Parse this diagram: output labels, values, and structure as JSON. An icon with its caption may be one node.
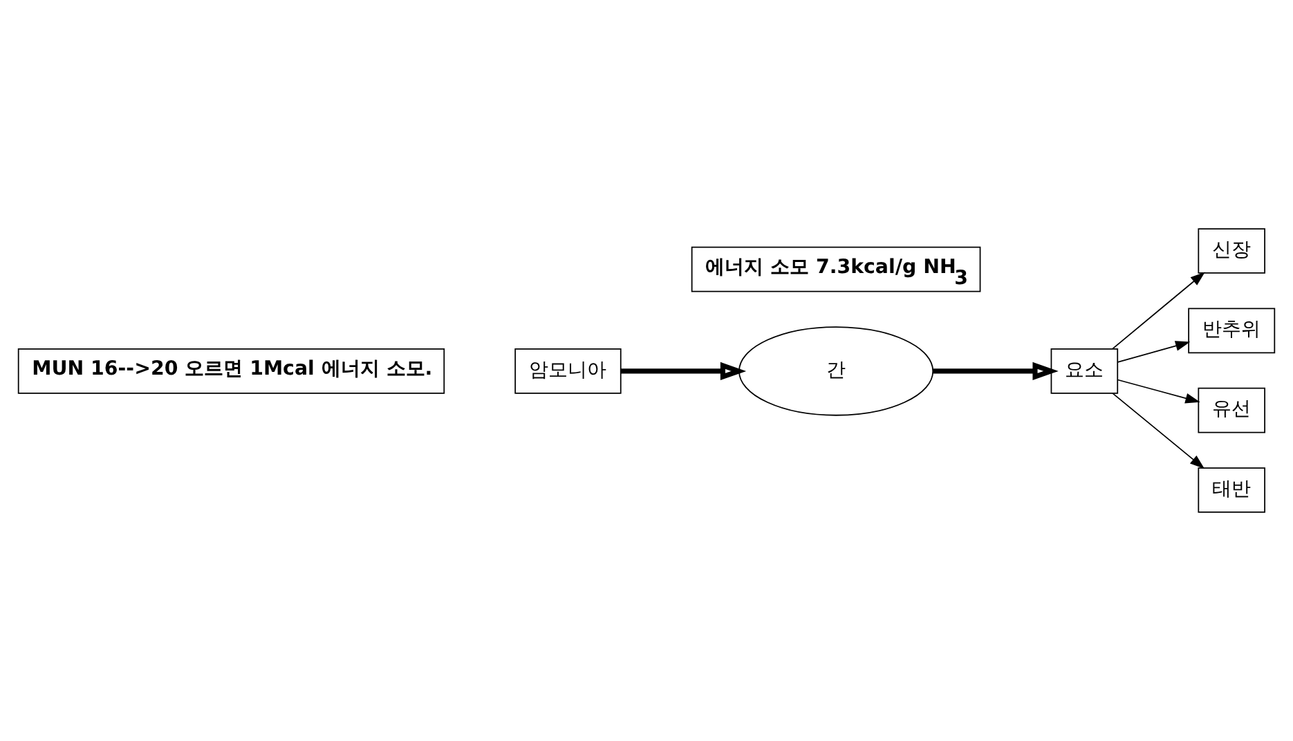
{
  "diagram": {
    "nodes": [
      {
        "text": [
          "암모니아"
        ]
      },
      {
        "text": [
          "간"
        ]
      },
      {
        "text": [
          "에너지 소모 7.3kcal/g NH$_{3}$"
        ]
      },
      {
        "text": [
          "요소"
        ]
      },
      {
        "text": [
          "신장"
        ]
      },
      {
        "text": [
          "반추위"
        ]
      },
      {
        "text": [
          "유선"
        ]
      },
      {
        "text": [
          "태반"
        ]
      },
      {
        "text": [
          "MUN 16-->20 오르면 1Mcal 에너지 소모."
        ]
      }
    ],
    "edges": [
      {
        "from": 0,
        "to": 1,
        "arrow": "to",
        "style": "thick"
      },
      {
        "from": 1,
        "to": 3,
        "arrow": "to",
        "style": "thick"
      },
      {
        "from": 3,
        "to": 4,
        "arrow": "to"
      },
      {
        "from": 3,
        "to": 5,
        "arrow": "to"
      },
      {
        "from": 3,
        "to": 6,
        "arrow": "to"
      },
      {
        "from": 3,
        "to": 7,
        "arrow": "to"
      }
    ]
  }
}
